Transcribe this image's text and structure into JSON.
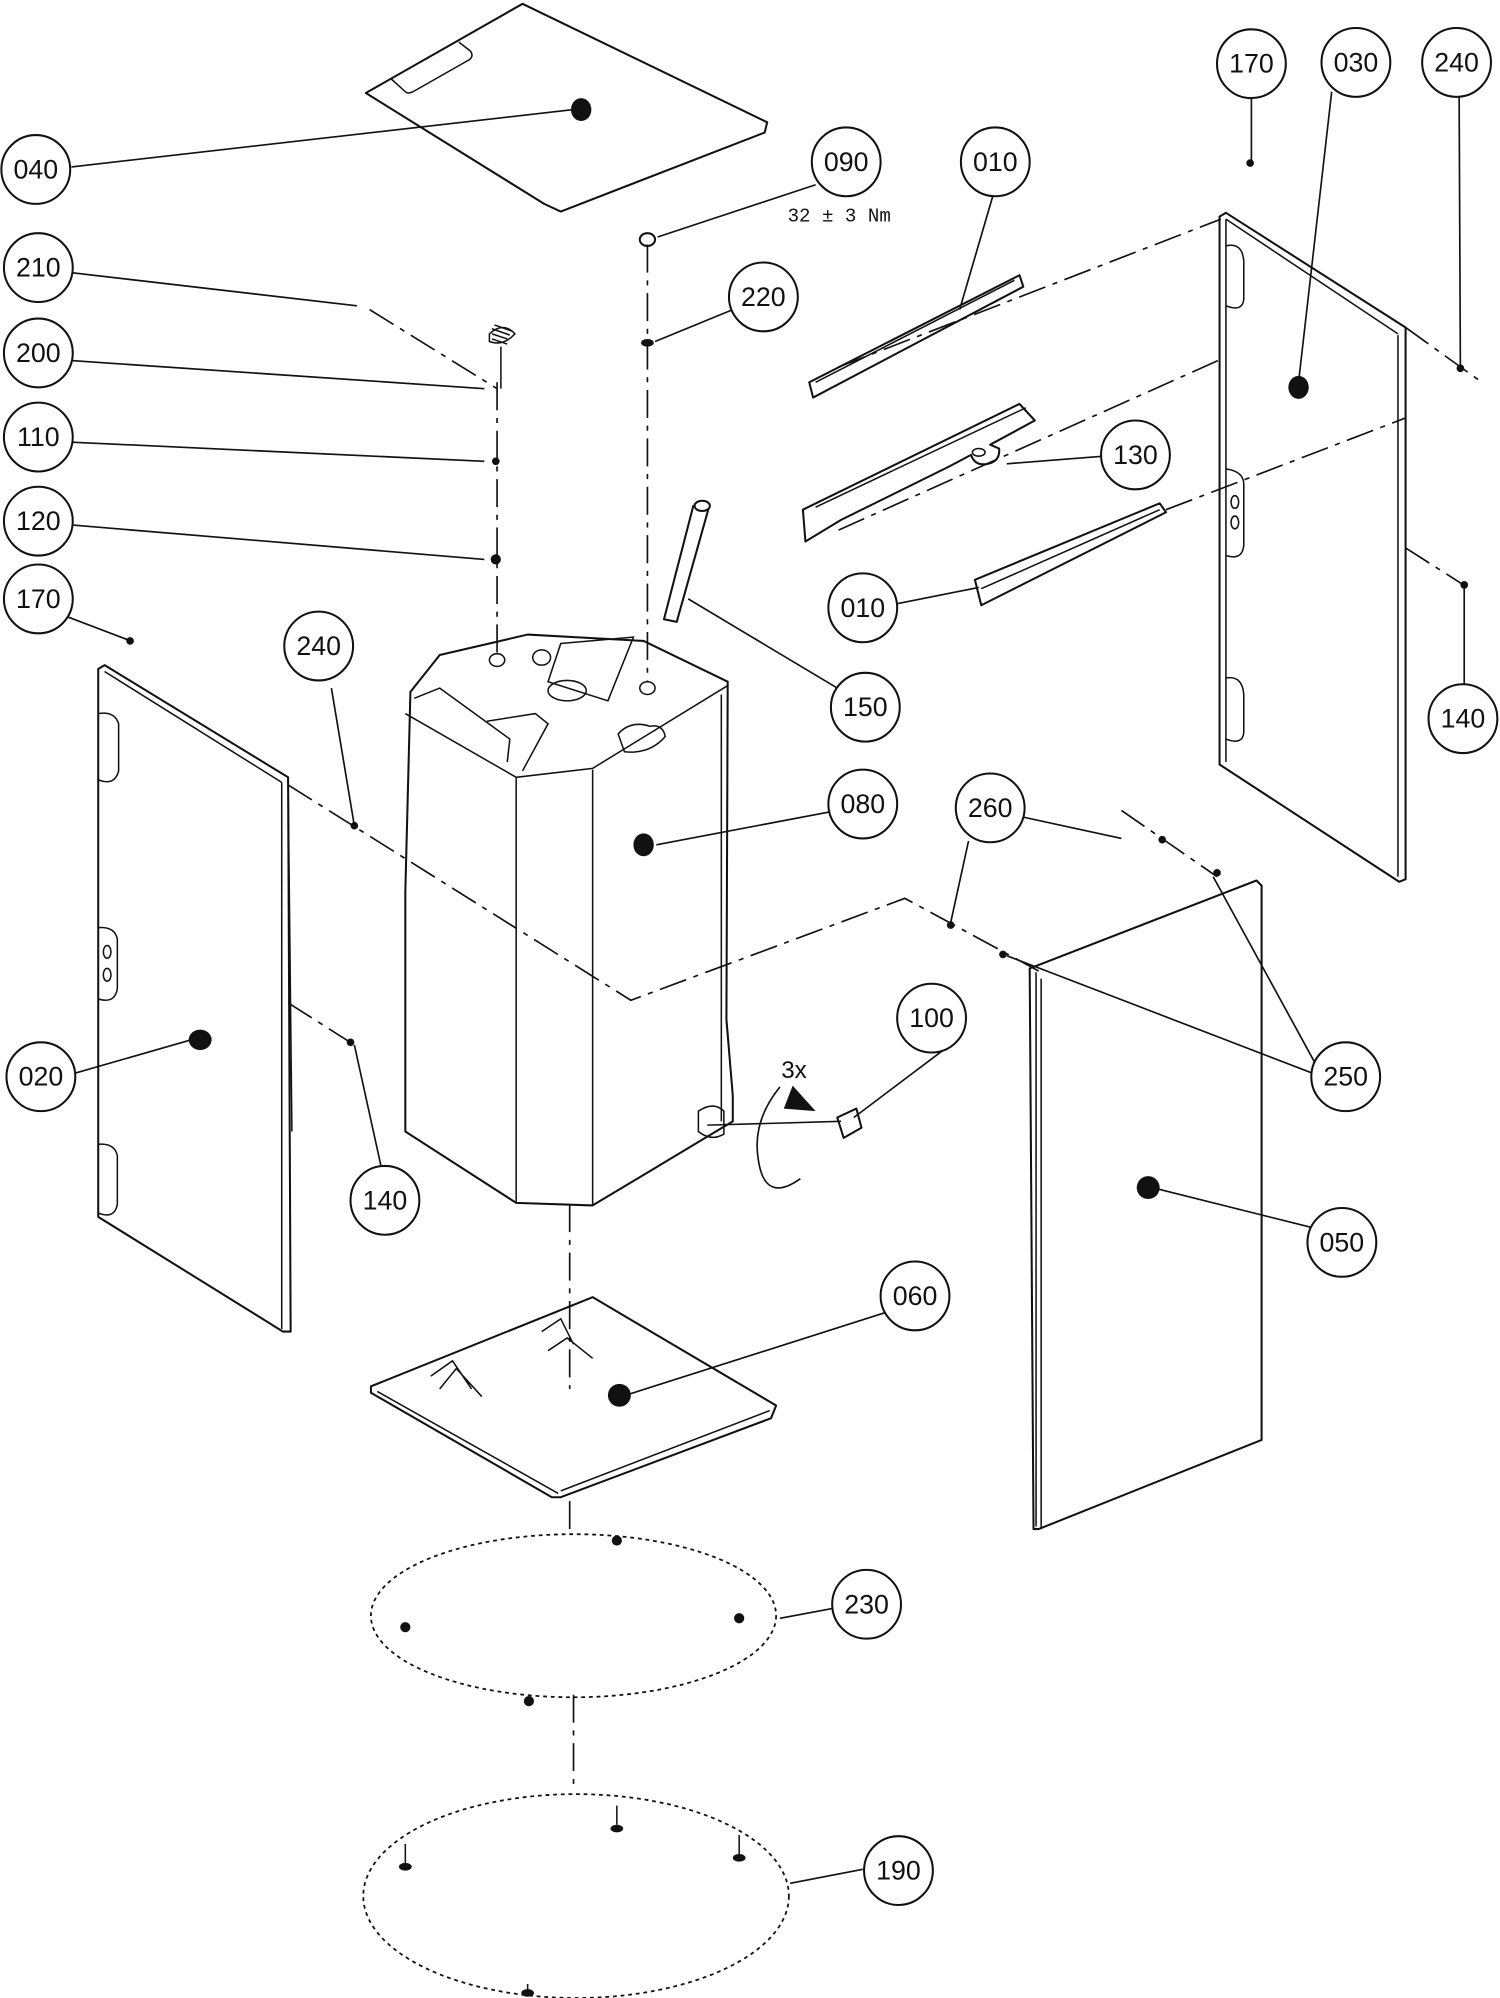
{
  "title": "Exploded assembly view - cabinet panels and tank",
  "balloons": [
    {
      "id": "040",
      "label": "040",
      "part": "top cover panel"
    },
    {
      "id": "210",
      "label": "210",
      "part": "clip"
    },
    {
      "id": "200",
      "label": "200",
      "part": "spring"
    },
    {
      "id": "110",
      "label": "110",
      "part": "washer"
    },
    {
      "id": "120",
      "label": "120",
      "part": "retaining clip"
    },
    {
      "id": "170-left",
      "label": "170",
      "part": "screw"
    },
    {
      "id": "240-left",
      "label": "240",
      "part": "screw"
    },
    {
      "id": "020",
      "label": "020",
      "part": "left side panel"
    },
    {
      "id": "140-left",
      "label": "140",
      "part": "screw"
    },
    {
      "id": "090",
      "label": "090",
      "part": "nut"
    },
    {
      "id": "220",
      "label": "220",
      "part": "washer"
    },
    {
      "id": "010-top",
      "label": "010",
      "part": "upper rail"
    },
    {
      "id": "130",
      "label": "130",
      "part": "bracket"
    },
    {
      "id": "010-bottom",
      "label": "010",
      "part": "lower rail"
    },
    {
      "id": "150",
      "label": "150",
      "part": "anode rod"
    },
    {
      "id": "080",
      "label": "080",
      "part": "tank body"
    },
    {
      "id": "170-right",
      "label": "170",
      "part": "screw"
    },
    {
      "id": "030",
      "label": "030",
      "part": "rear panel"
    },
    {
      "id": "240-right",
      "label": "240",
      "part": "screw"
    },
    {
      "id": "140-right",
      "label": "140",
      "part": "screw"
    },
    {
      "id": "260",
      "label": "260",
      "part": "screw"
    },
    {
      "id": "250",
      "label": "250",
      "part": "screw"
    },
    {
      "id": "100",
      "label": "100",
      "part": "drain valve"
    },
    {
      "id": "050",
      "label": "050",
      "part": "front panel"
    },
    {
      "id": "060",
      "label": "060",
      "part": "base plate"
    },
    {
      "id": "230",
      "label": "230",
      "part": "feet nuts (4x)"
    },
    {
      "id": "190",
      "label": "190",
      "part": "leveling feet (4x)"
    }
  ],
  "annotations": {
    "torque": "32 ± 3 Nm",
    "rotation": "3x"
  }
}
